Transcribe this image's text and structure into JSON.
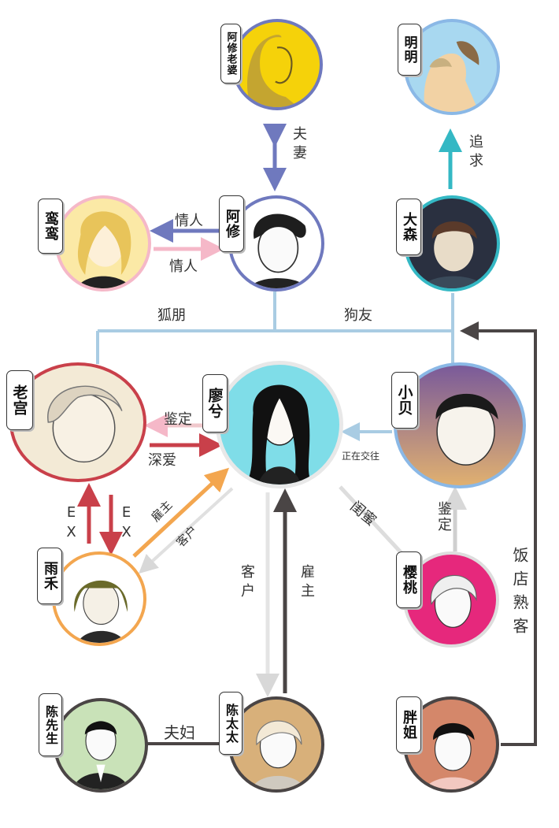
{
  "characters": {
    "axiu_wife": {
      "name": "阿修老婆",
      "ring_color": "#6f79be",
      "bg_color": "#f5d20a"
    },
    "mingming": {
      "name": "明明",
      "ring_color": "#8ab8e6",
      "bg_color": "#a8d8f0"
    },
    "luanluan": {
      "name": "鸾鸾",
      "ring_color": "#f5b8c8",
      "bg_color": "#fbe9a6"
    },
    "axiu": {
      "name": "阿修",
      "ring_color": "#6f79be",
      "bg_color": "#ffffff"
    },
    "dasen": {
      "name": "大森",
      "ring_color": "#34b8c4",
      "bg_color": "#2a3040"
    },
    "laogong": {
      "name": "老宫",
      "ring_color": "#c9404a",
      "bg_color": "#f3ead6"
    },
    "liaoxi": {
      "name": "廖兮",
      "ring_color": "#e8e8e8",
      "bg_color": "#7fdde8"
    },
    "xiaobei": {
      "name": "小贝",
      "ring_color": "#8ab8e6",
      "bg_color": "#c8a888"
    },
    "yuhe": {
      "name": "雨禾",
      "ring_color": "#f3a64f",
      "bg_color": "#ffffff"
    },
    "yingtao": {
      "name": "樱桃",
      "ring_color": "#dddddd",
      "bg_color": "#e6287c"
    },
    "mr_chen": {
      "name": "陈先生",
      "ring_color": "#4a4545",
      "bg_color": "#c9e2b8"
    },
    "mrs_chen": {
      "name": "陈太太",
      "ring_color": "#4a4545",
      "bg_color": "#d8b07a"
    },
    "pangjie": {
      "name": "胖姐",
      "ring_color": "#4a4545",
      "bg_color": "#d4876a"
    }
  },
  "relations": {
    "fuqi": "夫妻",
    "zhuiqiu": "追求",
    "qingren_to_luanluan": "情人",
    "qingren_to_axiu": "情人",
    "hupeng": "狐朋",
    "gouyou": "狗友",
    "jianding_gong": "鉴定",
    "shenai": "深爱",
    "zhengzai_jiaowang": "正在交往",
    "guimi": "闺蜜",
    "jianding_bei": "鉴定",
    "ex_up": "EX",
    "ex_down": "EX",
    "guzhu_yuhe": "雇主",
    "kehu_yuhe": "客户",
    "kehu_chen": "客户",
    "guzhu_chen": "雇主",
    "fandian_shuke": "饭店熟客",
    "fufu": "夫妇"
  },
  "colors": {
    "blue_line": "#a9cce3",
    "purple_arrow": "#6f79be",
    "pink_arrow": "#f5b8c8",
    "teal_arrow": "#34b8c4",
    "red_arrow": "#c9404a",
    "orange_arrow": "#f3a64f",
    "gray_arrow": "#d8d8d8",
    "dark_arrow": "#4a4545"
  }
}
